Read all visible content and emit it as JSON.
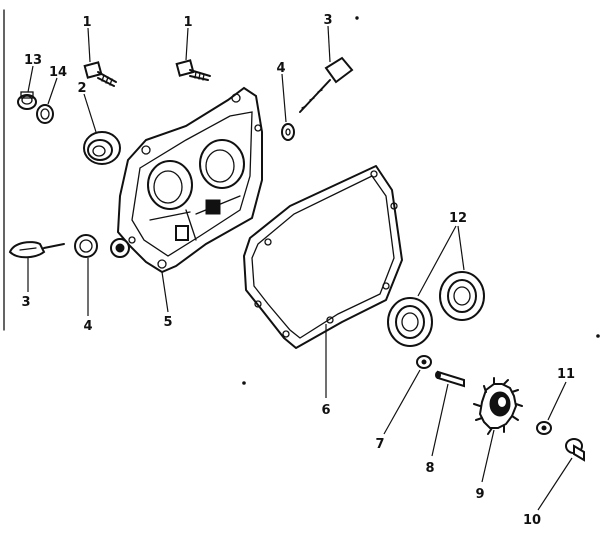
{
  "callouts": [
    {
      "label": "1"
    },
    {
      "label": "1"
    },
    {
      "label": "3"
    },
    {
      "label": "13"
    },
    {
      "label": "14"
    },
    {
      "label": "2"
    },
    {
      "label": "4"
    },
    {
      "label": "12"
    },
    {
      "label": "3"
    },
    {
      "label": "4"
    },
    {
      "label": "5"
    },
    {
      "label": "6"
    },
    {
      "label": "11"
    },
    {
      "label": "7"
    },
    {
      "label": "8"
    },
    {
      "label": "9"
    },
    {
      "label": "10"
    }
  ]
}
